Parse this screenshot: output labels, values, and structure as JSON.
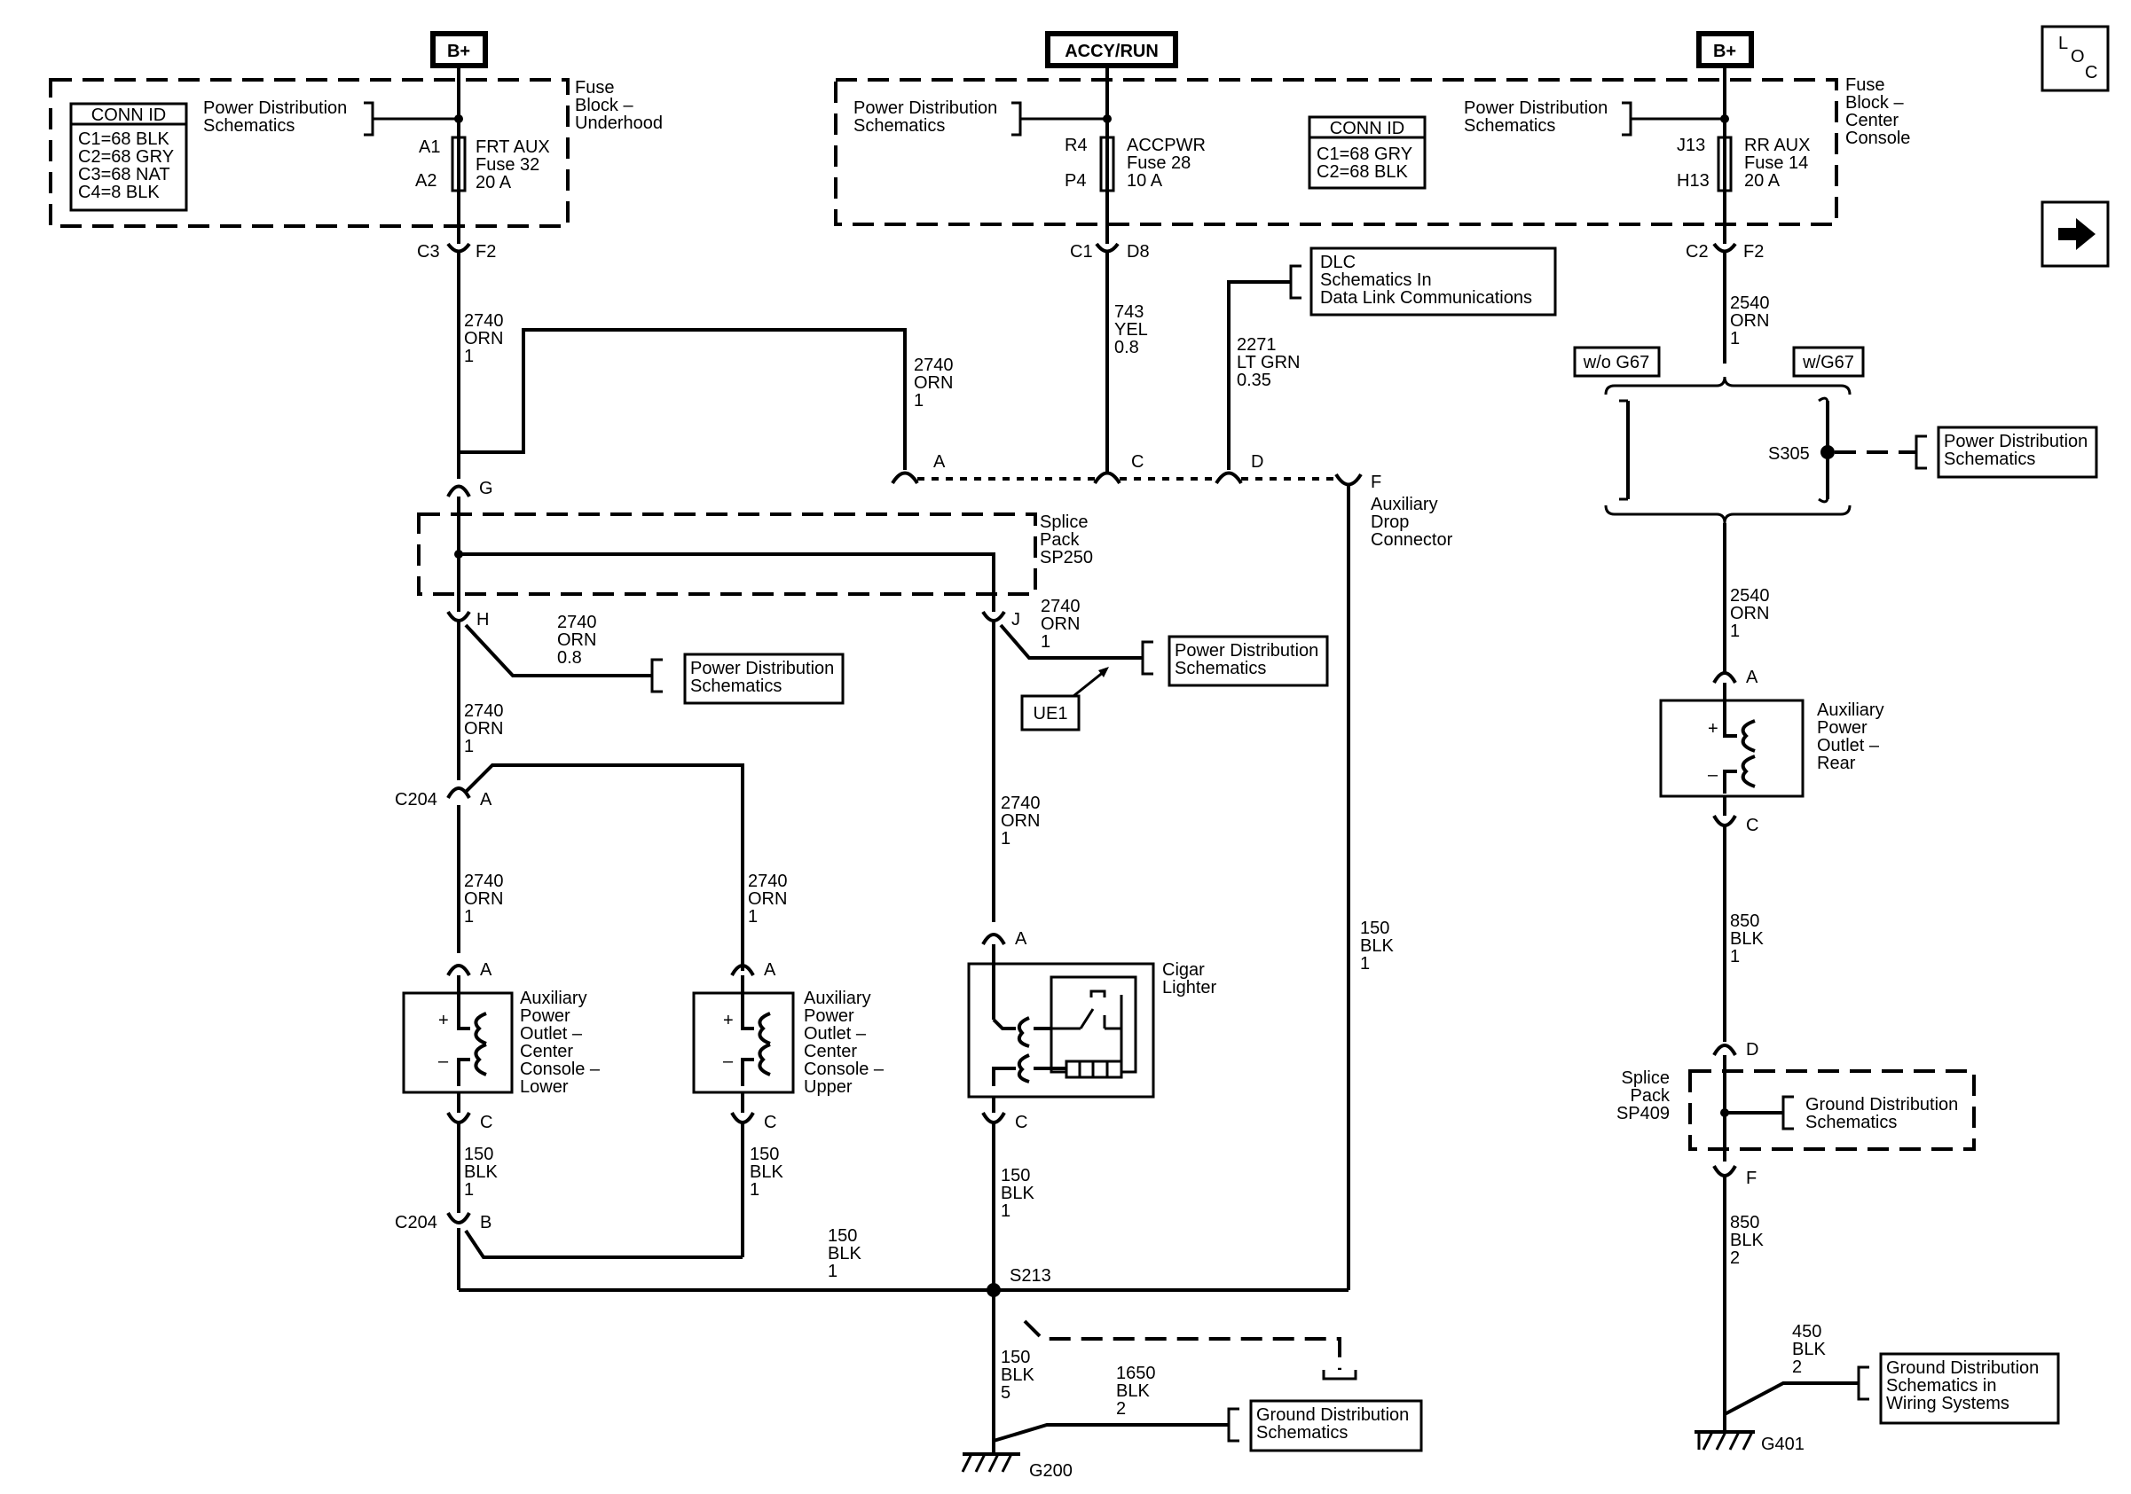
{
  "headers": {
    "b_plus_left": "B+",
    "accy_run": "ACCY/RUN",
    "b_plus_right": "B+"
  },
  "nav": {
    "loc": [
      "L",
      "O",
      "C"
    ],
    "next_arrow_icon": "arrow-right-icon"
  },
  "fuse_blocks": {
    "underhood": {
      "title": [
        "Fuse",
        "Block –",
        "Underhood"
      ],
      "conn_id_title": "CONN ID",
      "conn_ids": [
        "C1=68 BLK",
        "C2=68 GRY",
        "C3=68 NAT",
        "C4=8 BLK"
      ],
      "ref": [
        "Power Distribution",
        "Schematics"
      ],
      "pins": [
        "A1",
        "A2"
      ],
      "fuse": [
        "FRT AUX",
        "Fuse 32",
        "20 A"
      ],
      "conn": [
        "C3",
        "F2"
      ]
    },
    "accy": {
      "ref": [
        "Power Distribution",
        "Schematics"
      ],
      "pins": [
        "R4",
        "P4"
      ],
      "fuse": [
        "ACCPWR",
        "Fuse 28",
        "10 A"
      ],
      "conn": [
        "C1",
        "D8"
      ],
      "conn_id_title": "CONN ID",
      "conn_ids": [
        "C1=68 GRY",
        "C2=68 BLK"
      ]
    },
    "center_console": {
      "title": [
        "Fuse",
        "Block –",
        "Center",
        "Console"
      ],
      "ref": [
        "Power Distribution",
        "Schematics"
      ],
      "pins": [
        "J13",
        "H13"
      ],
      "fuse": [
        "RR AUX",
        "Fuse 14",
        "20 A"
      ],
      "conn": [
        "C2",
        "F2"
      ]
    }
  },
  "wires": {
    "w2740_main": [
      "2740",
      "ORN",
      "1"
    ],
    "w2740_drop": [
      "2740",
      "ORN",
      "1"
    ],
    "w743": [
      "743",
      "YEL",
      "0.8"
    ],
    "w2271": [
      "2271",
      "LT GRN",
      "0.35"
    ],
    "w2540_top": [
      "2540",
      "ORN",
      "1"
    ],
    "w2740_h": [
      "2740",
      "ORN",
      "0.8"
    ],
    "w2740_j": [
      "2740",
      "ORN",
      "1"
    ],
    "w2740_below_h": [
      "2740",
      "ORN",
      "1"
    ],
    "w2740_lower_left": [
      "2740",
      "ORN",
      "1"
    ],
    "w2740_lower_mid": [
      "2740",
      "ORN",
      "1"
    ],
    "w2740_cigar": [
      "2740",
      "ORN",
      "1"
    ],
    "w150_f": [
      "150",
      "BLK",
      "1"
    ],
    "w150_lower": [
      "150",
      "BLK",
      "1"
    ],
    "w150_upper": [
      "150",
      "BLK",
      "1"
    ],
    "w150_cigar": [
      "150",
      "BLK",
      "1"
    ],
    "w150_ground": [
      "150",
      "BLK",
      "1"
    ],
    "w150_g200": [
      "150",
      "BLK",
      "5"
    ],
    "w1650": [
      "1650",
      "BLK",
      "2"
    ],
    "w2540_rear": [
      "2540",
      "ORN",
      "1"
    ],
    "w850_a": [
      "850",
      "BLK",
      "1"
    ],
    "w850_b": [
      "850",
      "BLK",
      "2"
    ],
    "w450": [
      "450",
      "BLK",
      "2"
    ]
  },
  "refs": {
    "dlc": [
      "DLC",
      "Schematics In",
      "Data Link Communications"
    ],
    "pd_s305": [
      "Power Distribution",
      "Schematics"
    ],
    "pd_h": [
      "Power Distribution",
      "Schematics"
    ],
    "pd_j": [
      "Power Distribution",
      "Schematics"
    ],
    "gd_g200": [
      "Ground Distribution",
      "Schematics"
    ],
    "gd_sp409": [
      "Ground Distribution",
      "Schematics"
    ],
    "gd_g401": [
      "Ground Distribution",
      "Schematics in",
      "Wiring Systems"
    ]
  },
  "labels": {
    "ue1": "UE1",
    "wo_g67": "w/o G67",
    "w_g67": "w/G67",
    "s305": "S305",
    "s213": "S213",
    "g200": "G200",
    "g401": "G401",
    "c204_top": "C204",
    "c204_bottom": "C204",
    "aux_drop_connector": [
      "Auxiliary",
      "Drop",
      "Connector"
    ],
    "splice_pack_sp250": [
      "Splice",
      "Pack",
      "SP250"
    ],
    "splice_pack_sp409": [
      "Splice",
      "Pack",
      "SP409"
    ],
    "outlet_lower": [
      "Auxiliary",
      "Power",
      "Outlet –",
      "Center",
      "Console –",
      "Lower"
    ],
    "outlet_upper": [
      "Auxiliary",
      "Power",
      "Outlet –",
      "Center",
      "Console –",
      "Upper"
    ],
    "outlet_rear": [
      "Auxiliary",
      "Power",
      "Outlet –",
      "Rear"
    ],
    "cigar_lighter": [
      "Cigar",
      "Lighter"
    ],
    "plus": "+",
    "minus": "–"
  },
  "pins": {
    "drop_a": "A",
    "drop_c": "C",
    "drop_d": "D",
    "drop_f": "F",
    "g": "G",
    "h": "H",
    "j": "J",
    "c204_a": "A",
    "lower_a": "A",
    "lower_c": "C",
    "upper_a": "A",
    "upper_c": "C",
    "c204_b": "B",
    "cigar_a": "A",
    "cigar_c": "C",
    "rear_a": "A",
    "rear_c": "C",
    "sp409_d": "D",
    "sp409_f": "F"
  }
}
